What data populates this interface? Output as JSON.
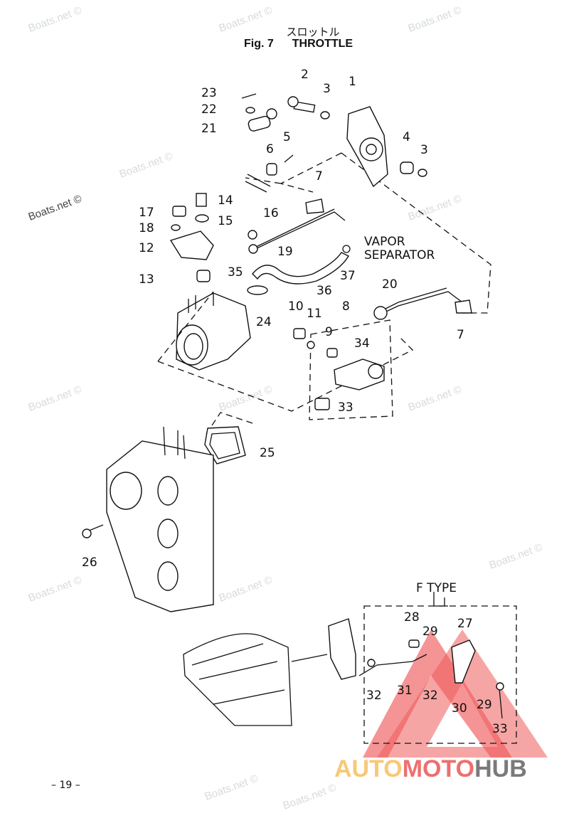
{
  "header": {
    "title_jp": "スロットル",
    "figure": "Fig. 7",
    "title": "THROTTLE"
  },
  "callouts": [
    "23",
    "22",
    "21",
    "2",
    "3",
    "1",
    "5",
    "6",
    "4",
    "3",
    "7",
    "14",
    "17",
    "15",
    "16",
    "18",
    "12",
    "19",
    "13",
    "35",
    "37",
    "36",
    "20",
    "10",
    "11",
    "8",
    "24",
    "9",
    "34",
    "7",
    "33",
    "25",
    "26",
    "28",
    "29",
    "27",
    "32",
    "31",
    "32",
    "30",
    "29",
    "33"
  ],
  "vapor_separator": {
    "line1": "VAPOR",
    "line2": "SEPARATOR"
  },
  "f_type_label": "F TYPE",
  "page_number": "– 19 –",
  "watermark": "Boats.net ©",
  "logo": {
    "part1": "AUTO",
    "part2": "MOTO",
    "part3": "HUB",
    "colors": {
      "auto": "#f9c877",
      "moto": "#ee6f6f",
      "hub": "#7a7a7a",
      "triangle": "#ef5b5b"
    }
  }
}
